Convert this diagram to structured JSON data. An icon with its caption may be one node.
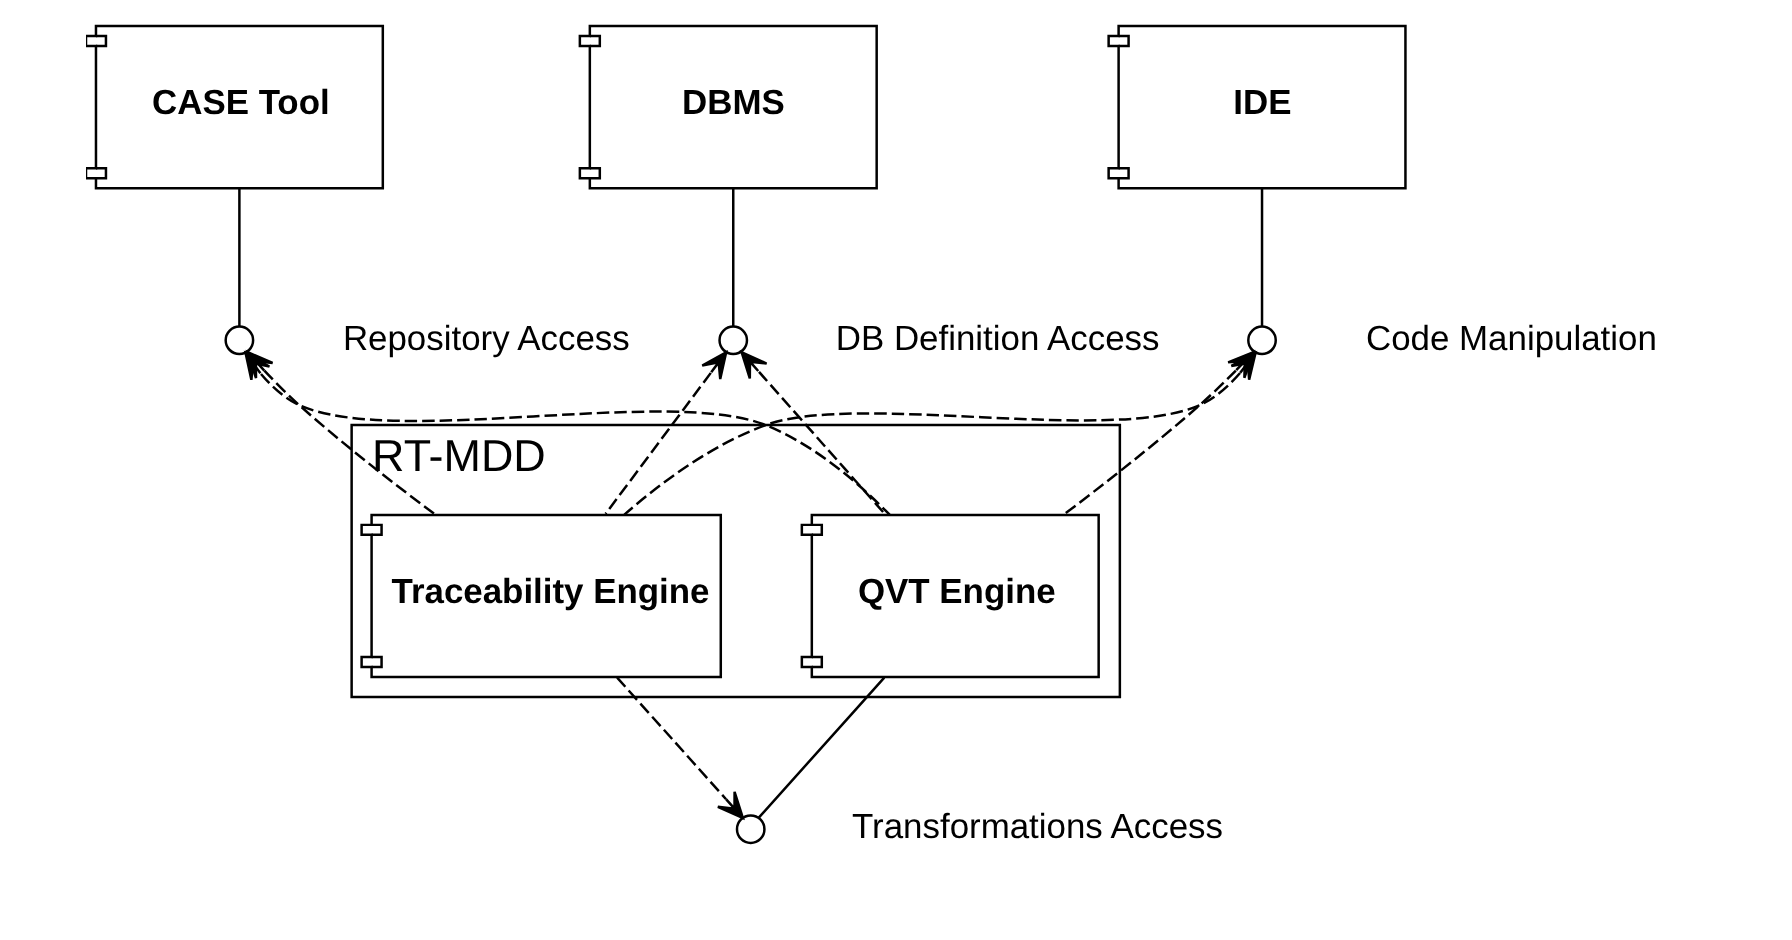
{
  "diagram": {
    "nodes": [
      {
        "text": [
          "CASE Tool"
        ]
      },
      {
        "text": [],
        "shape": "circle",
        "beside": [
          "Repository Access"
        ]
      },
      {
        "text": [
          "DBMS"
        ]
      },
      {
        "text": [],
        "shape": "circle",
        "beside": [
          "DB Definition Access"
        ]
      },
      {
        "text": [
          "IDE"
        ]
      },
      {
        "text": [],
        "shape": "circle",
        "beside": [
          "Code Manipulation"
        ]
      },
      {
        "text": [
          "RT-MDD"
        ]
      },
      {
        "text": [
          "QVT Engine"
        ],
        "in": 6
      },
      {
        "text": [
          "Traceability Engine"
        ],
        "in": 6
      },
      {
        "text": [],
        "shape": "circle",
        "beside": [
          "Transformations Access"
        ]
      }
    ],
    "edges": [
      {
        "from": 0,
        "to": 1,
        "arrow": "none"
      },
      {
        "from": 2,
        "to": 3,
        "arrow": "none"
      },
      {
        "from": 4,
        "to": 5,
        "arrow": "none"
      },
      {
        "from": 7,
        "to": 9,
        "arrow": "none"
      },
      {
        "from": 7,
        "to": 1,
        "arrow": "to",
        "style": "dashed"
      },
      {
        "from": 7,
        "to": 3,
        "arrow": "to",
        "style": "dashed"
      },
      {
        "from": 7,
        "to": 5,
        "arrow": "to",
        "style": "dashed"
      },
      {
        "from": 8,
        "to": 5,
        "arrow": "to",
        "style": "dashed"
      },
      {
        "from": 8,
        "to": 3,
        "arrow": "to",
        "style": "dashed"
      },
      {
        "from": 8,
        "to": 1,
        "arrow": "to",
        "style": "dashed"
      },
      {
        "from": 8,
        "to": 9,
        "arrow": "to",
        "style": "dashed"
      }
    ]
  }
}
